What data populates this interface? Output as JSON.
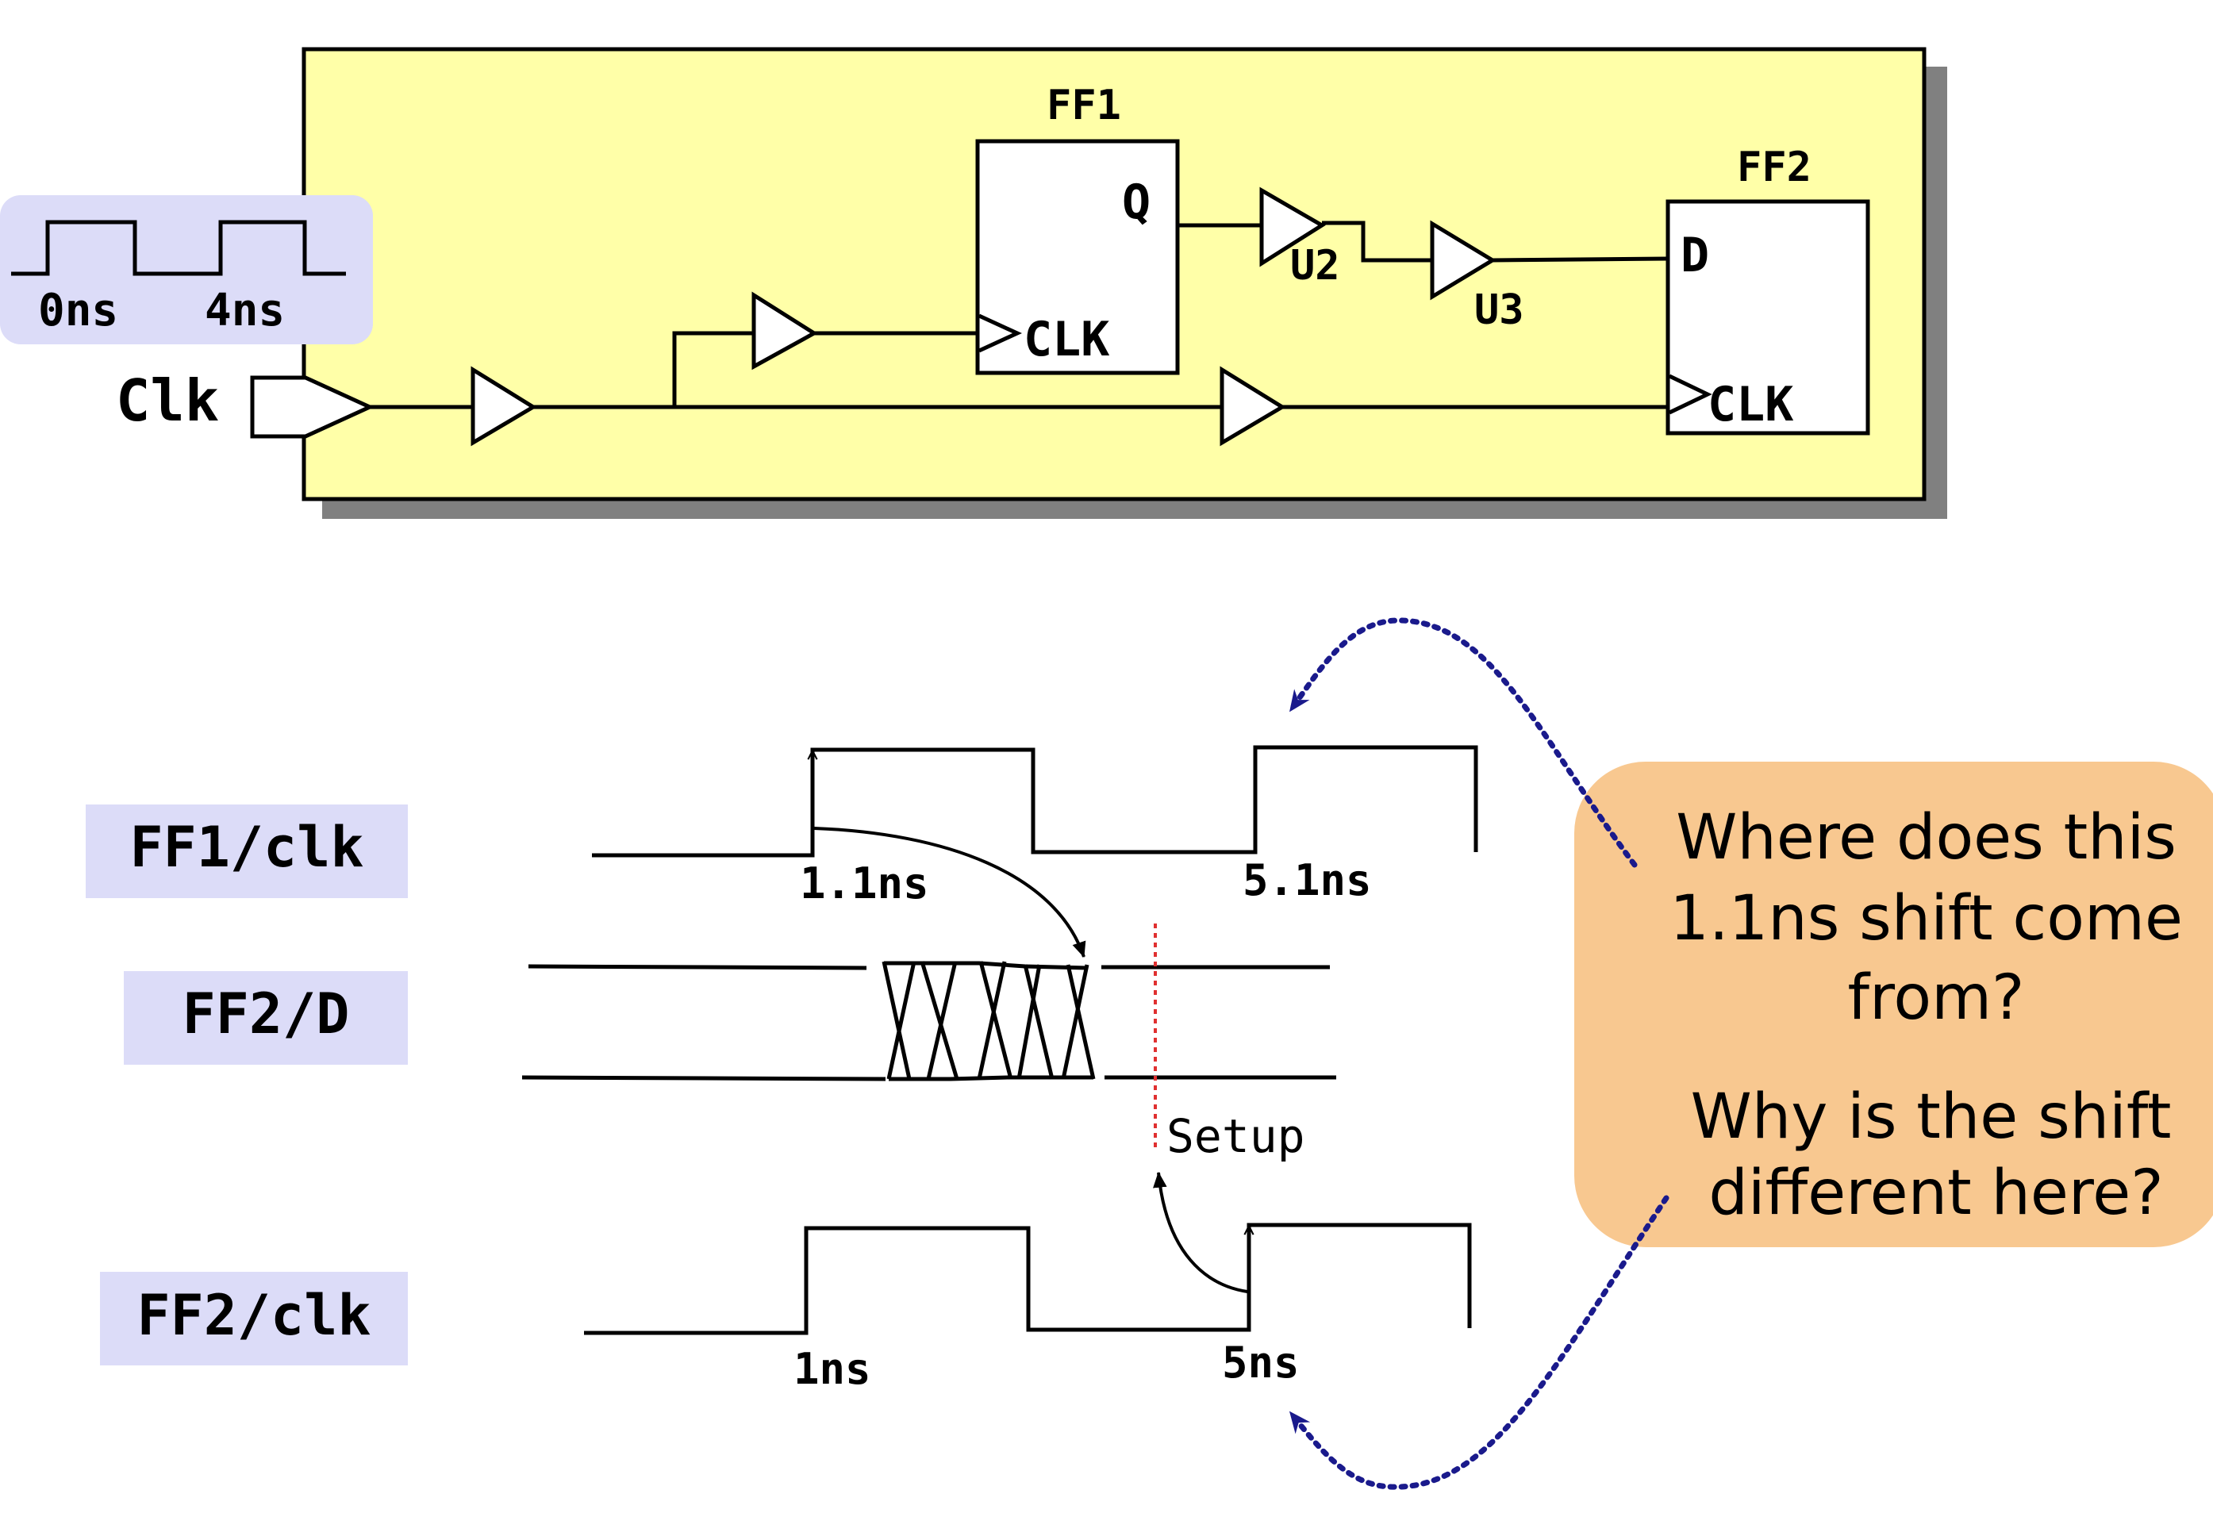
{
  "colors": {
    "circuit_panel": "#ffffa8",
    "panel_shadow": "#808080",
    "label_box": "#dcdcf8",
    "callout": "#f8c890",
    "wire": "#000000",
    "arrow_dotted": "#1a1a8c",
    "setup_marker": "#e03030"
  },
  "circuit": {
    "clock_inset": {
      "t0": "0ns",
      "t1": "4ns"
    },
    "clk_port": "Clk",
    "ff1": {
      "name": "FF1",
      "q": "Q",
      "clk": "CLK"
    },
    "ff2": {
      "name": "FF2",
      "d": "D",
      "clk": "CLK"
    },
    "u2": "U2",
    "u3": "U3"
  },
  "timing": {
    "signals": {
      "ff1_clk": "FF1/clk",
      "ff2_d": "FF2/D",
      "ff2_clk": "FF2/clk"
    },
    "ff1_rise1": "1.1ns",
    "ff1_rise2": "5.1ns",
    "ff2_rise1": "1ns",
    "ff2_rise2": "5ns",
    "setup": "Setup"
  },
  "callout": {
    "q1_line1": "Where does this",
    "q1_line2": "1.1ns shift come",
    "q1_line3": "from?",
    "q2_line1": "Why is the shift",
    "q2_line2": "different here?"
  }
}
